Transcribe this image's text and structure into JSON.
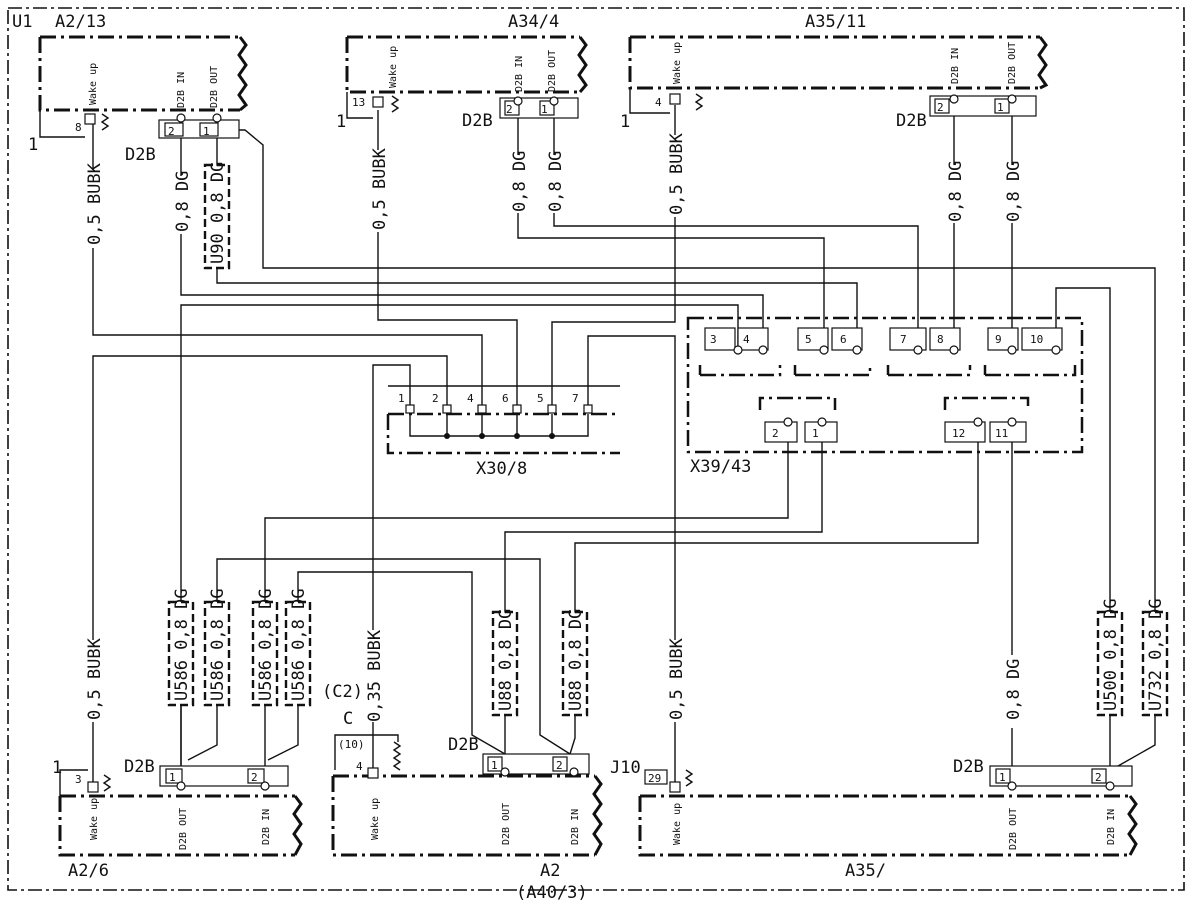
{
  "frame": {
    "label": "U1",
    "bottom_label": "(A40/3)"
  },
  "units": {
    "a2_13": {
      "name": "A2/13",
      "wakeup": "Wake up",
      "d2b_in": "D2B IN",
      "d2b_out": "D2B OUT",
      "d2b": "D2B",
      "pin_wake": "8",
      "pin_in": "2",
      "pin_out": "1",
      "ground": "1"
    },
    "a34_4": {
      "name": "A34/4",
      "wakeup": "Wake up",
      "d2b_in": "D2B IN",
      "d2b_out": "D2B OUT",
      "d2b": "D2B",
      "pin_wake": "13",
      "pin_in": "2",
      "pin_out": "1",
      "ground": "1"
    },
    "a35_11": {
      "name": "A35/11",
      "wakeup": "Wake up",
      "d2b_in": "D2B IN",
      "d2b_out": "D2B OUT",
      "d2b": "D2B",
      "pin_wake": "4",
      "pin_in": "2",
      "pin_out": "1",
      "ground": "1"
    },
    "a2_6": {
      "name": "A2/6",
      "wakeup": "Wake up",
      "d2b_in": "D2B IN",
      "d2b_out": "D2B OUT",
      "d2b": "D2B",
      "pin_wake": "3",
      "pin_in": "2",
      "pin_out": "1",
      "ground": "1"
    },
    "a2": {
      "name": "A2",
      "wakeup": "Wake up",
      "d2b_in": "D2B IN",
      "d2b_out": "D2B OUT",
      "d2b": "D2B",
      "pin_wake": "4",
      "pin_in": "2",
      "pin_out": "1",
      "conn": "C",
      "conn_alt": "(C2)",
      "pin_alt": "(10)"
    },
    "a35": {
      "name": "A35/",
      "wakeup": "Wake up",
      "d2b_in": "D2B IN",
      "d2b_out": "D2B OUT",
      "d2b": "D2B",
      "pin_wake": "29",
      "pin_in": "2",
      "pin_out": "1",
      "conn": "J10"
    }
  },
  "x30_8": {
    "name": "X30/8",
    "pins": [
      "1",
      "2",
      "4",
      "6",
      "5",
      "7"
    ]
  },
  "x39_43": {
    "name": "X39/43",
    "pins": [
      "3",
      "4",
      "5",
      "6",
      "7",
      "8",
      "9",
      "10",
      "2",
      "1",
      "12",
      "11"
    ]
  },
  "wires": {
    "w1": "0,5 BUBK",
    "w2": "0,8 DG",
    "w3": "0,5 BUBK",
    "w4": "0,8 DG",
    "w5": "0,8 DG",
    "w6": "0,5 BUBK",
    "w7": "0,8 DG",
    "w8": "0,8 DG",
    "w9": "0,5 BUBK",
    "w10": "0,35 BUBK",
    "w11": "0,5 BUBK",
    "w12": "0,8 DG"
  },
  "sleeves": {
    "u90": "U90 0,8 DG",
    "u586a": "U586 0,8 DG",
    "u586b": "U586 0,8 DG",
    "u586c": "U586 0,8 DG",
    "u586d": "U586 0,8 DG",
    "u88a": "U88 0,8 DG",
    "u88b": "U88 0,8 DG",
    "u500": "U500 0,8 DG",
    "u732": "U732 0,8 DG"
  }
}
